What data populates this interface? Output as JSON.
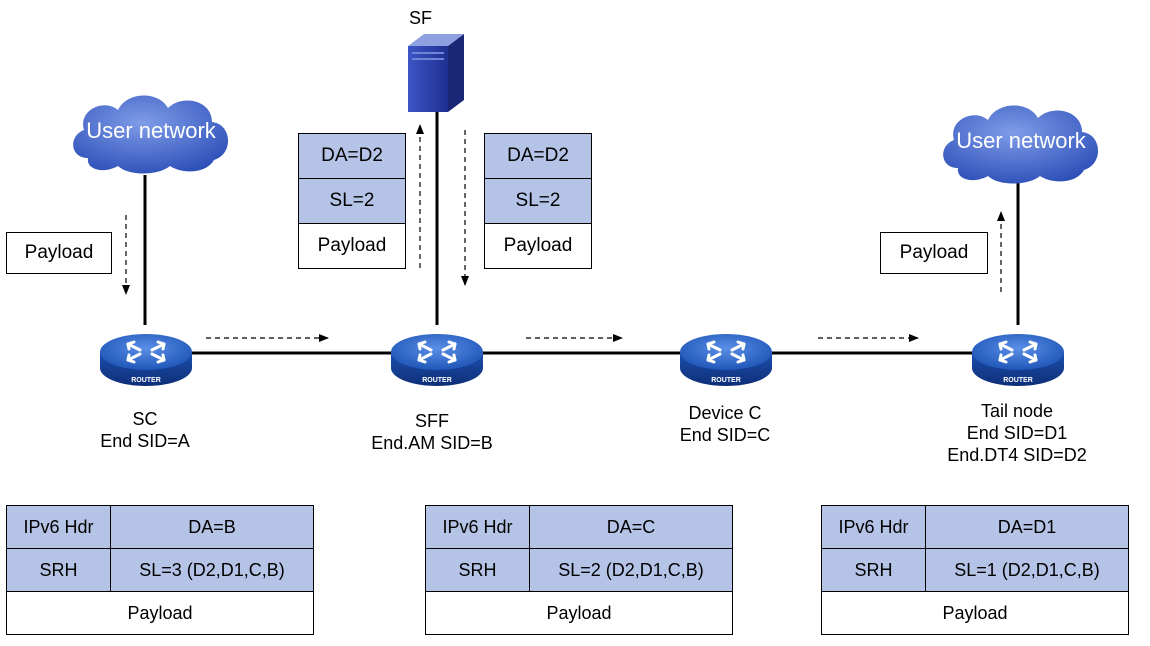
{
  "clouds": {
    "left": "User network",
    "right": "User network"
  },
  "sf": {
    "label": "SF"
  },
  "router_badge": "ROUTER",
  "nodes": {
    "sc": {
      "name": "SC",
      "sid": "End SID=A"
    },
    "sff": {
      "name": "SFF",
      "sid": "End.AM SID=B"
    },
    "devc": {
      "name": "Device C",
      "sid": "End SID=C"
    },
    "tail": {
      "name": "Tail node",
      "sid1": "End SID=D1",
      "sid2": "End.DT4 SID=D2"
    }
  },
  "payloads": {
    "left": "Payload",
    "right": "Payload"
  },
  "sf_stack_up": {
    "da": "DA=D2",
    "sl": "SL=2",
    "payload": "Payload"
  },
  "sf_stack_down": {
    "da": "DA=D2",
    "sl": "SL=2",
    "payload": "Payload"
  },
  "packets": [
    {
      "hdr": "IPv6 Hdr",
      "da": "DA=B",
      "srh": "SRH",
      "sl": "SL=3 (D2,D1,C,B)",
      "payload": "Payload"
    },
    {
      "hdr": "IPv6 Hdr",
      "da": "DA=C",
      "srh": "SRH",
      "sl": "SL=2 (D2,D1,C,B)",
      "payload": "Payload"
    },
    {
      "hdr": "IPv6 Hdr",
      "da": "DA=D1",
      "srh": "SRH",
      "sl": "SL=1 (D2,D1,C,B)",
      "payload": "Payload"
    }
  ],
  "colors": {
    "cloud": "#3a5fc8",
    "router": "#1f5fbf",
    "header_fill": "#b4c3e6",
    "server": "#2c3fb0"
  }
}
